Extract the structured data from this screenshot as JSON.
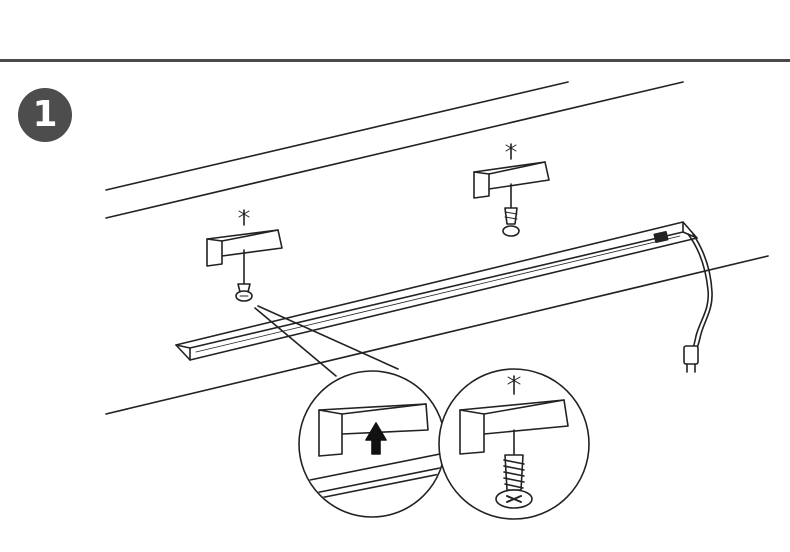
{
  "step": {
    "number": "1"
  },
  "colors": {
    "ink": "#222222",
    "rule": "#4a4a4a",
    "badge": "#4d4d4d",
    "background": "#ffffff"
  },
  "illustration": {
    "parts": [
      "led-light-bar",
      "mounting-bracket",
      "mounting-bracket",
      "screw",
      "screw",
      "power-cable",
      "plug"
    ],
    "detail_callouts": [
      "bracket-clip-direction",
      "screw-fastening"
    ],
    "arrow_direction": "up"
  }
}
